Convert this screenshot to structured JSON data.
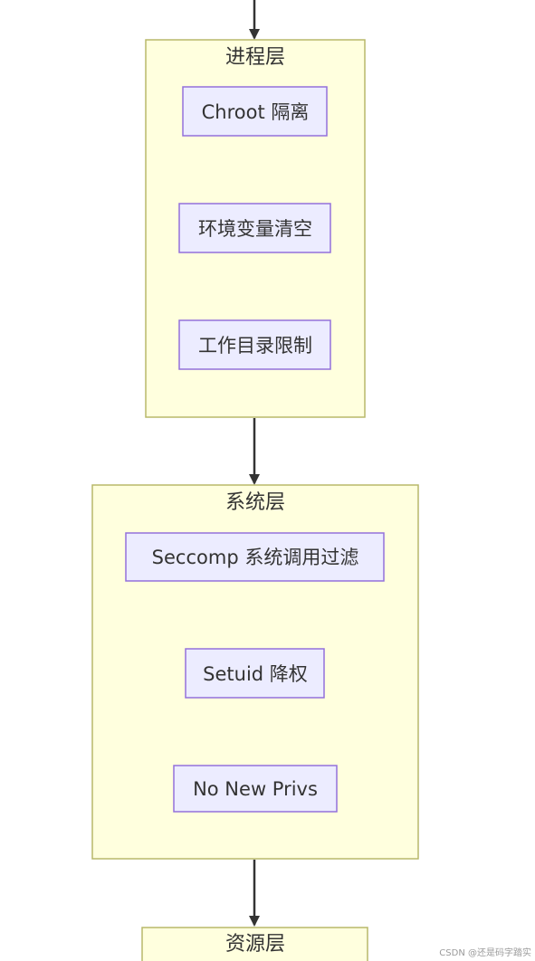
{
  "diagram": {
    "colors": {
      "cluster_fill": "#ffffde",
      "cluster_stroke": "#b8b86a",
      "node_fill": "#ececff",
      "node_stroke": "#9370db",
      "edge": "#333333",
      "text": "#333333"
    },
    "clusters": [
      {
        "title": "进程层",
        "nodes": [
          "Chroot 隔离",
          "环境变量清空",
          "工作目录限制"
        ]
      },
      {
        "title": "系统层",
        "nodes": [
          "Seccomp 系统调用过滤",
          "Setuid 降权",
          "No New Privs"
        ]
      },
      {
        "title": "资源层",
        "nodes": []
      }
    ]
  },
  "watermark": "CSDN @还是码字踏实"
}
